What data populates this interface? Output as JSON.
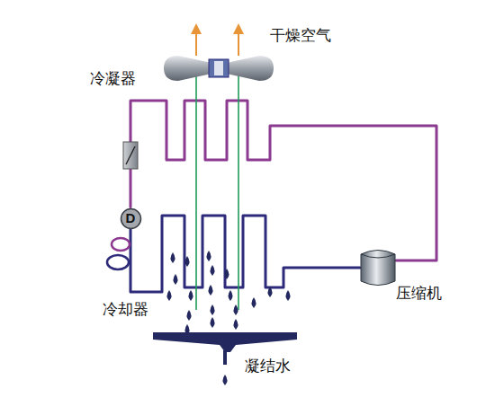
{
  "diagram": {
    "nodes": [
      {
        "text": [
          "压缩机"
        ]
      },
      {
        "text": [
          "D"
        ]
      }
    ],
    "edges": [
      {
        "from": 0,
        "to": 1,
        "arrow": "none"
      },
      {
        "from": 1,
        "to": 0,
        "arrow": "none"
      }
    ],
    "labels": [
      "干燥空气",
      "冷凝器",
      "冷却器",
      "凝结水"
    ]
  }
}
